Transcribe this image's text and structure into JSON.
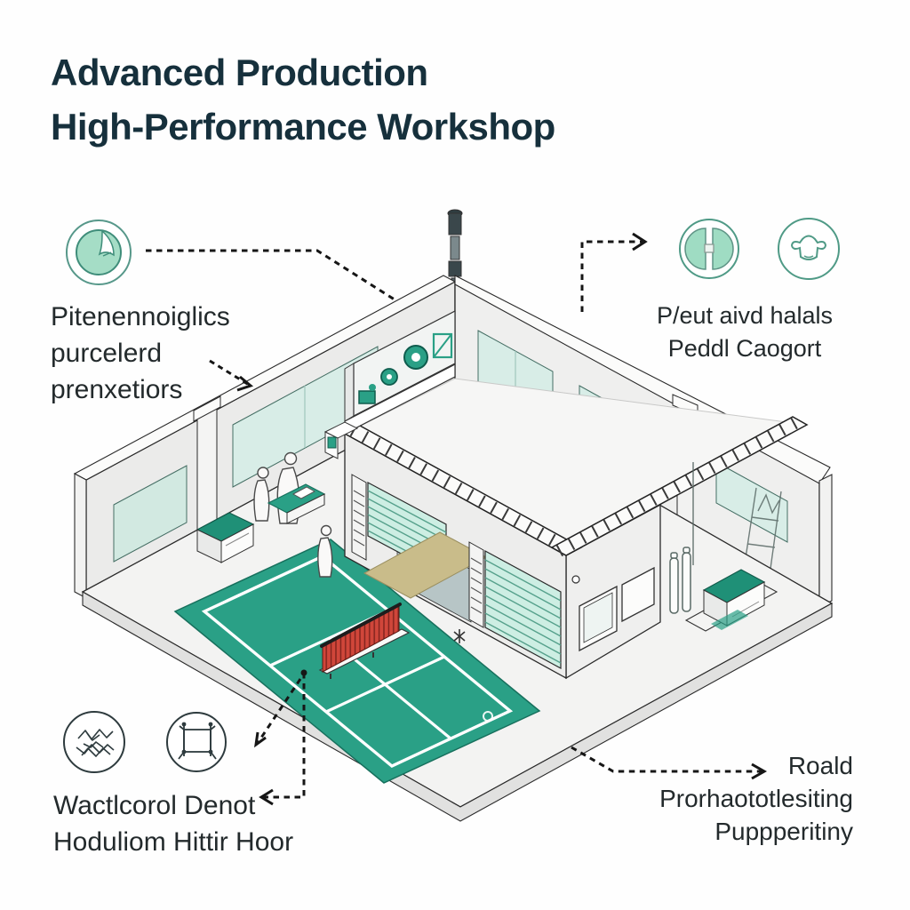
{
  "title": {
    "line1": "Advanced Production",
    "line2": "High-Performance Workshop"
  },
  "callouts": {
    "top_left": {
      "icon": "gauge-circle-icon",
      "lines": [
        "Pitenennoiglics",
        "purcelerd",
        "prenxetiors"
      ]
    },
    "top_right": {
      "icons": [
        "dumbbell-icon",
        "cow-head-icon"
      ],
      "lines": [
        "P/eut aivd halals",
        "Peddl Caogort"
      ]
    },
    "bottom_left": {
      "icons": [
        "mesh-scribble-icon",
        "frame-posts-icon"
      ],
      "lines": [
        "Wactlcorol Denot",
        "Hoduliom Hittir Hoor"
      ]
    },
    "bottom_right": {
      "lines": [
        "Roald",
        "Prorhaototlesiting",
        "Puppperitiny"
      ]
    }
  },
  "illustration": {
    "subject": "isometric-workshop-cutaway",
    "colors": {
      "accent_teal": "#2aa086",
      "mint": "#a5ddc6",
      "window_teal": "#d8ede7",
      "door_teal": "#cdeee3",
      "fence_red": "#d0463a",
      "wall_gray": "#ebebea",
      "floor_gray": "#f3f3f2",
      "ramp_tan": "#c9bc8a",
      "title_color": "#16303c",
      "text_color": "#232a2c",
      "outline": "#2a2a2a"
    }
  }
}
